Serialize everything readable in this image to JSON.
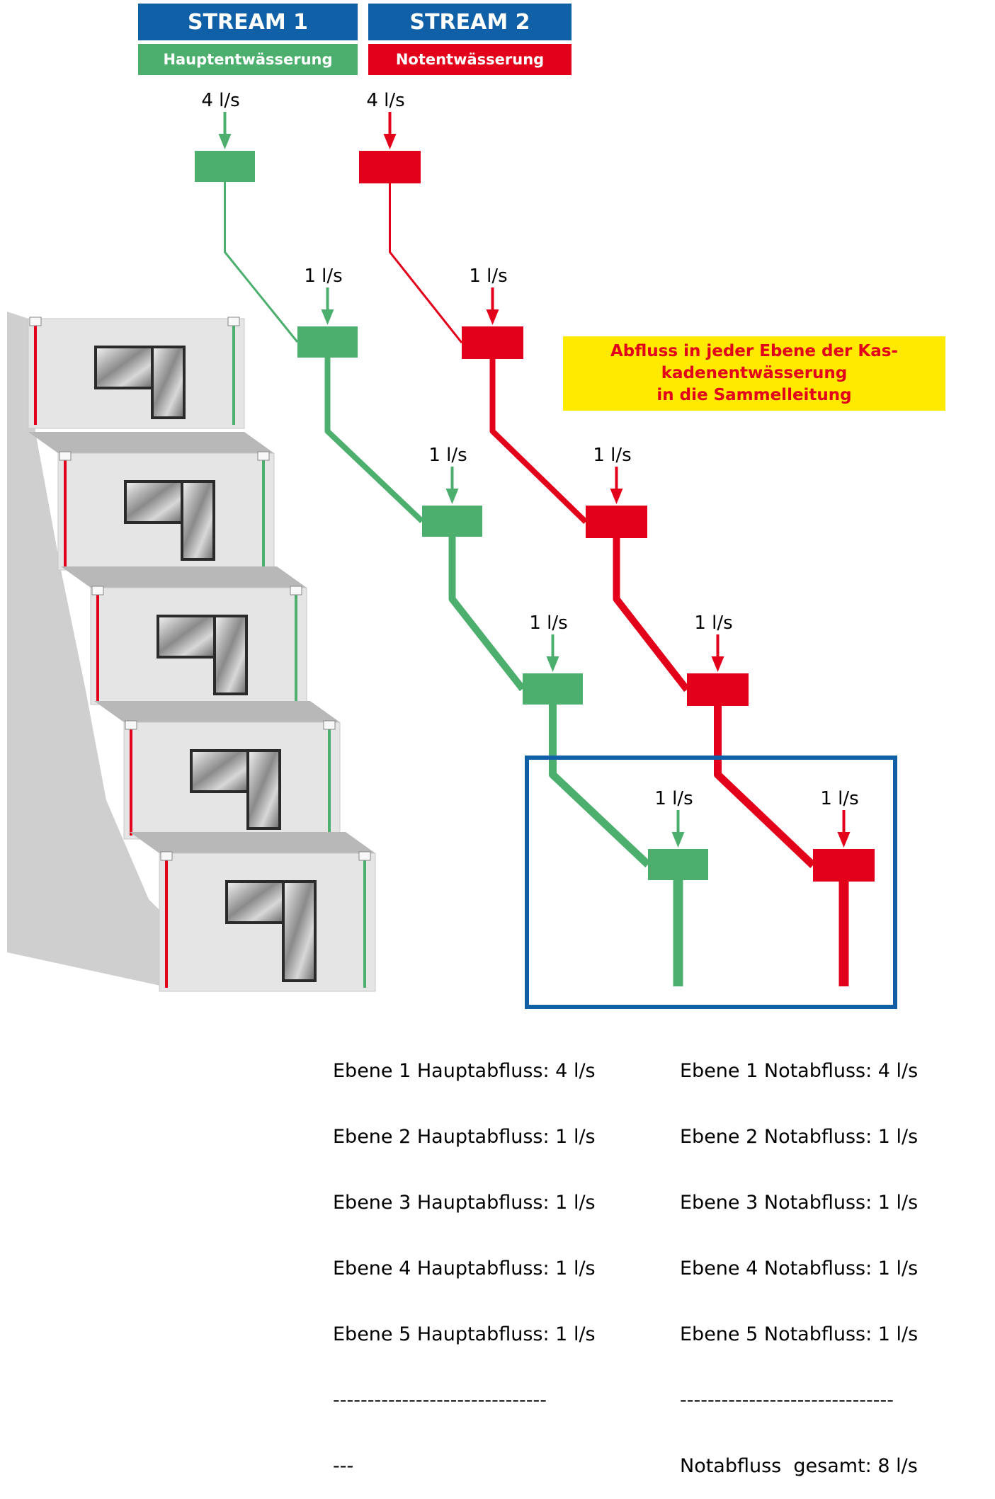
{
  "headers": {
    "stream1": {
      "title": "STREAM 1",
      "subtitle": "Hauptentwässerung",
      "color": "#4caf6e"
    },
    "stream2": {
      "title": "STREAM 2",
      "subtitle": "Notentwässerung",
      "color": "#e2001a"
    }
  },
  "flows": {
    "stream1": [
      "4 l/s",
      "1 l/s",
      "1 l/s",
      "1 l/s",
      "1 l/s"
    ],
    "stream2": [
      "4 l/s",
      "1 l/s",
      "1 l/s",
      "1 l/s",
      "1 l/s"
    ]
  },
  "note": "Abfluss in jeder Ebene der Kas-\nkadenentwässerung\nin die Sammelleitung",
  "summary": {
    "left": [
      "Ebene 1 Hauptabfluss: 4 l/s",
      "Ebene 2 Hauptabfluss: 1 l/s",
      "Ebene 3 Hauptabfluss: 1 l/s",
      "Ebene 4 Hauptabfluss: 1 l/s",
      "Ebene 5 Hauptabfluss: 1 l/s",
      "-------------------------------",
      "---"
    ],
    "right": [
      "Ebene 1 Notabfluss: 4 l/s",
      "Ebene 2 Notabfluss: 1 l/s",
      "Ebene 3 Notabfluss: 1 l/s",
      "Ebene 4 Notabfluss: 1 l/s",
      "Ebene 5 Notabfluss: 1 l/s",
      "-------------------------------",
      "Notabfluss  gesamt: 8 l/s"
    ]
  },
  "colors": {
    "green": "#4caf6e",
    "red": "#e2001a",
    "blue": "#1060a8",
    "yellow": "#ffea00"
  }
}
